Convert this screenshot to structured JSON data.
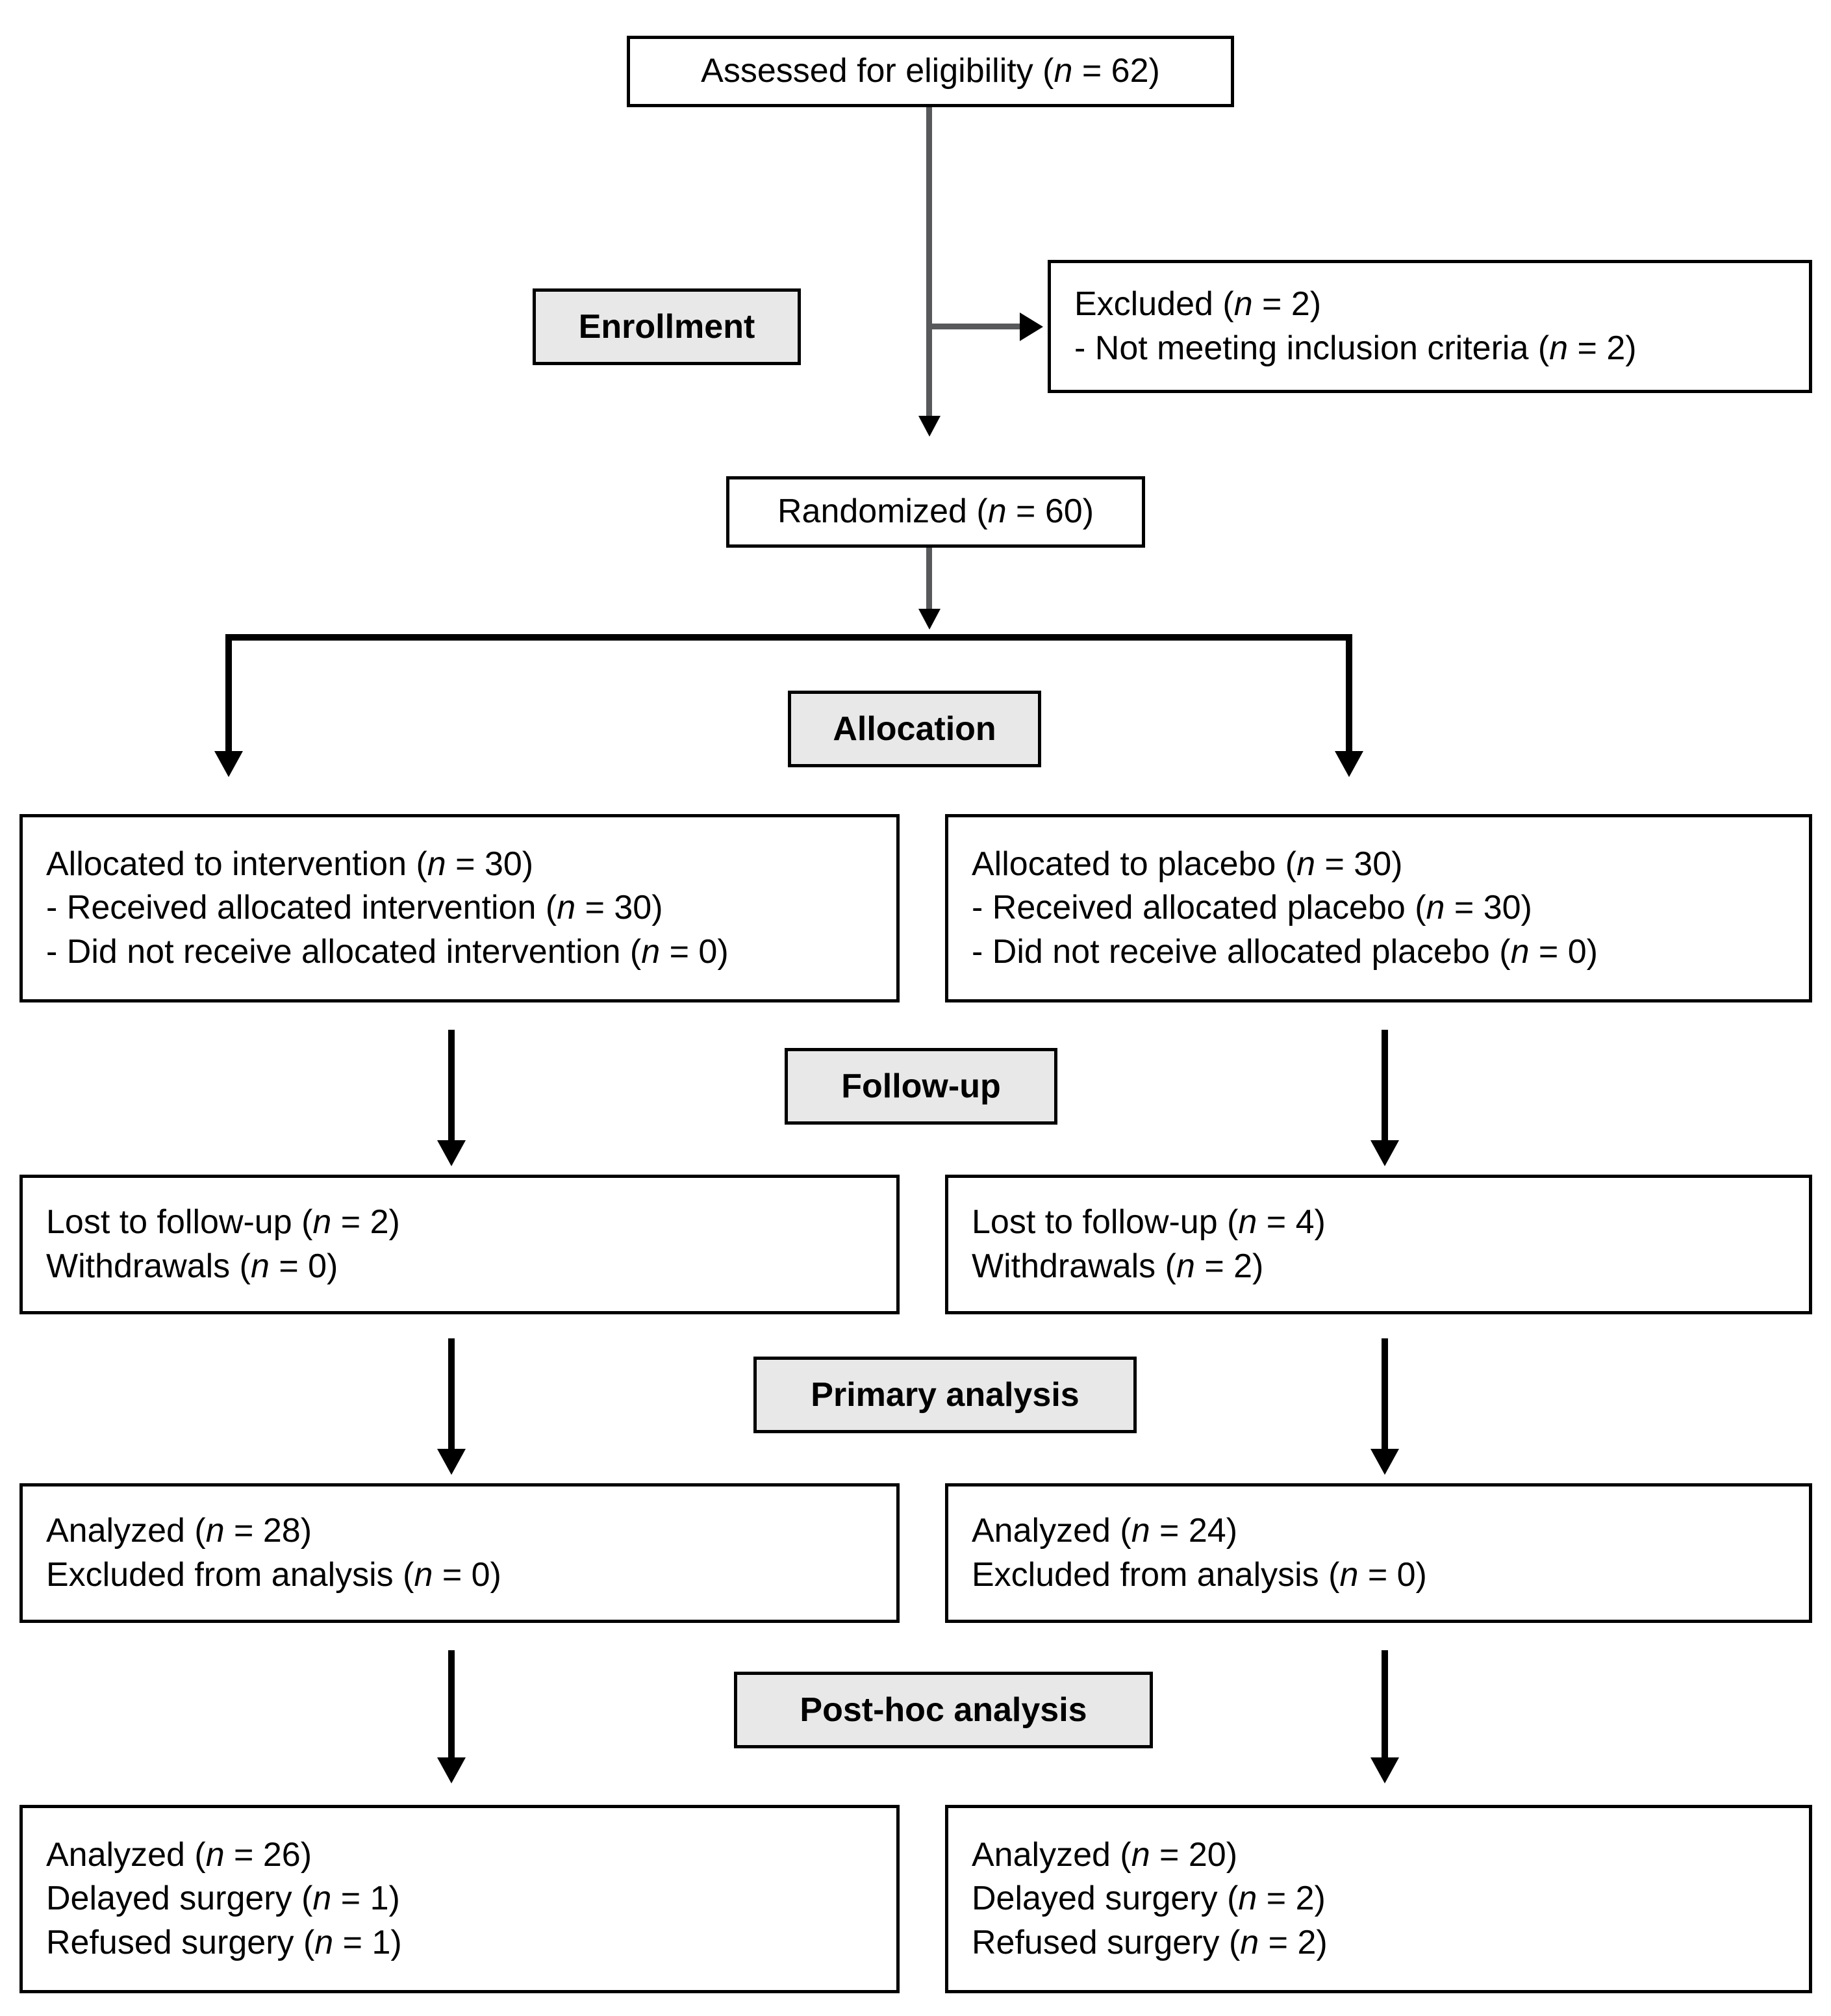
{
  "diagram": {
    "title": "CONSORT participant flow diagram",
    "colors": {
      "stage_fill": "#e8e8e8",
      "border": "#000000",
      "connector_gray": "#58595b",
      "connector_black": "#000000",
      "box_fill": "#ffffff"
    },
    "stages": [
      {
        "id": "enrollment",
        "label": "Enrollment"
      },
      {
        "id": "allocation",
        "label": "Allocation"
      },
      {
        "id": "follow-up",
        "label": "Follow-up"
      },
      {
        "id": "primary-analysis",
        "label": "Primary analysis"
      },
      {
        "id": "post-hoc-analysis",
        "label": "Post-hoc analysis"
      }
    ],
    "nodes": {
      "assessed": {
        "lines": [
          {
            "pre": "Assessed for eligibility (",
            "ital": "n",
            "post": " = 62)"
          }
        ]
      },
      "excluded": {
        "lines": [
          {
            "pre": "Excluded (",
            "ital": "n",
            "post": " = 2)"
          },
          {
            "pre": "- Not meeting inclusion criteria (",
            "ital": "n",
            "post": " = 2)"
          }
        ]
      },
      "randomized": {
        "lines": [
          {
            "pre": "Randomized (",
            "ital": "n",
            "post": " = 60)"
          }
        ]
      },
      "allocated_intervention": {
        "lines": [
          {
            "pre": "Allocated to intervention (",
            "ital": "n",
            "post": " = 30)"
          },
          {
            "pre": "- Received allocated intervention (",
            "ital": "n",
            "post": " = 30)"
          },
          {
            "pre": "- Did not receive allocated intervention (",
            "ital": "n",
            "post": " = 0)"
          }
        ]
      },
      "allocated_placebo": {
        "lines": [
          {
            "pre": "Allocated to placebo (",
            "ital": "n",
            "post": " = 30)"
          },
          {
            "pre": "- Received allocated placebo (",
            "ital": "n",
            "post": " = 30)"
          },
          {
            "pre": "- Did not receive allocated placebo (",
            "ital": "n",
            "post": " = 0)"
          }
        ]
      },
      "followup_left": {
        "lines": [
          {
            "pre": "Lost to follow-up (",
            "ital": "n",
            "post": " = 2)"
          },
          {
            "pre": "Withdrawals (",
            "ital": "n",
            "post": " = 0)"
          }
        ]
      },
      "followup_right": {
        "lines": [
          {
            "pre": "Lost to follow-up (",
            "ital": "n",
            "post": " = 4)"
          },
          {
            "pre": "Withdrawals (",
            "ital": "n",
            "post": " = 2)"
          }
        ]
      },
      "primary_left": {
        "lines": [
          {
            "pre": "Analyzed (",
            "ital": "n",
            "post": " = 28)"
          },
          {
            "pre": "Excluded from analysis (",
            "ital": "n",
            "post": " = 0)"
          }
        ]
      },
      "primary_right": {
        "lines": [
          {
            "pre": "Analyzed (",
            "ital": "n",
            "post": " = 24)"
          },
          {
            "pre": "Excluded from analysis (",
            "ital": "n",
            "post": " = 0)"
          }
        ]
      },
      "posthoc_left": {
        "lines": [
          {
            "pre": "Analyzed (",
            "ital": "n",
            "post": " = 26)"
          },
          {
            "pre": "Delayed surgery (",
            "ital": "n",
            "post": " = 1)"
          },
          {
            "pre": "Refused surgery (",
            "ital": "n",
            "post": " = 1)"
          }
        ]
      },
      "posthoc_right": {
        "lines": [
          {
            "pre": "Analyzed (",
            "ital": "n",
            "post": " = 20)"
          },
          {
            "pre": "Delayed surgery (",
            "ital": "n",
            "post": " = 2)"
          },
          {
            "pre": "Refused surgery (",
            "ital": "n",
            "post": " = 2)"
          }
        ]
      }
    },
    "flow_counts": {
      "assessed_for_eligibility": 62,
      "excluded_total": 2,
      "excluded_not_meeting_inclusion_criteria": 2,
      "randomized": 60,
      "intervention": {
        "allocated": 30,
        "received_allocated": 30,
        "did_not_receive_allocated": 0,
        "lost_to_follow_up": 2,
        "withdrawals": 0,
        "primary_analyzed": 28,
        "primary_excluded_from_analysis": 0,
        "posthoc_analyzed": 26,
        "posthoc_delayed_surgery": 1,
        "posthoc_refused_surgery": 1
      },
      "placebo": {
        "allocated": 30,
        "received_allocated": 30,
        "did_not_receive_allocated": 0,
        "lost_to_follow_up": 4,
        "withdrawals": 2,
        "primary_analyzed": 24,
        "primary_excluded_from_analysis": 0,
        "posthoc_analyzed": 20,
        "posthoc_delayed_surgery": 2,
        "posthoc_refused_surgery": 2
      }
    }
  }
}
